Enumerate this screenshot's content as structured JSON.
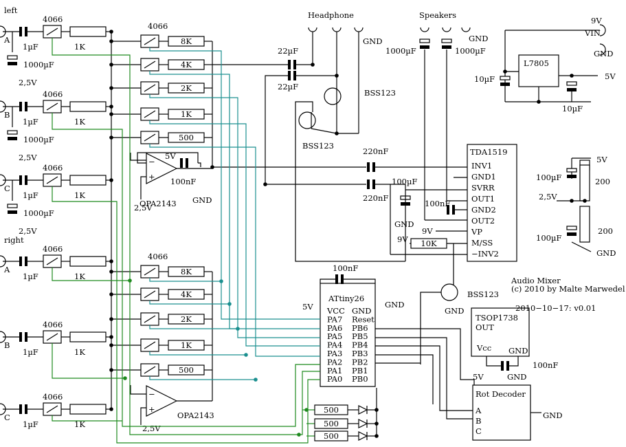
{
  "channels": [
    {
      "label": "A",
      "group": "left"
    },
    {
      "label": "B"
    },
    {
      "label": "C"
    },
    {
      "label": "A",
      "group": "right"
    },
    {
      "label": "B"
    },
    {
      "label": "C"
    }
  ],
  "labels": {
    "left": "left",
    "right": "right",
    "switch_ic": "4066",
    "opamp": "OPA2143",
    "cap_1u": "1µF",
    "cap_1000u": "1000µF",
    "cap_22u": "22µF",
    "cap_100n": "100nF",
    "cap_220n": "220nF",
    "cap_100u": "100µF",
    "cap_10u": "10µF",
    "res_1k": "1K",
    "v25": "2,5V",
    "v5": "5V",
    "v9": "9V",
    "gnd": "GND",
    "headphone": "Headphone",
    "speakers": "Speakers",
    "mosfet": "BSS123",
    "vin": "VIN",
    "regulator": "L7805",
    "r200": "200",
    "r10k": "10K",
    "r500": "500"
  },
  "ladder": [
    "8K",
    "4K",
    "2K",
    "1K",
    "500"
  ],
  "tda": {
    "name": "TDA1519",
    "pins": [
      "INV1",
      "GND1",
      "SVRR",
      "OUT1",
      "GND2",
      "OUT2",
      "VP",
      "M/SS",
      "−INV2"
    ]
  },
  "mcu": {
    "name": "ATtiny26",
    "left": [
      "VCC",
      "PA7",
      "PA6",
      "PA5",
      "PA4",
      "PA3",
      "PA2",
      "PA1",
      "PA0"
    ],
    "right": [
      "GND",
      "Reset",
      "PB6",
      "PB5",
      "PB4",
      "PB3",
      "PB2",
      "PB1",
      "PB0"
    ]
  },
  "tsop": {
    "name": "TSOP1738",
    "out": "OUT",
    "vcc": "Vcc",
    "gnd": "GND"
  },
  "rot": {
    "name": "Rot Decoder",
    "pins": [
      "A",
      "B",
      "C"
    ]
  },
  "title": {
    "line1": "Audio Mixer",
    "line2": "(c) 2010 by Malte Marwedel",
    "line3": "2010−10−17:  v0.01"
  }
}
